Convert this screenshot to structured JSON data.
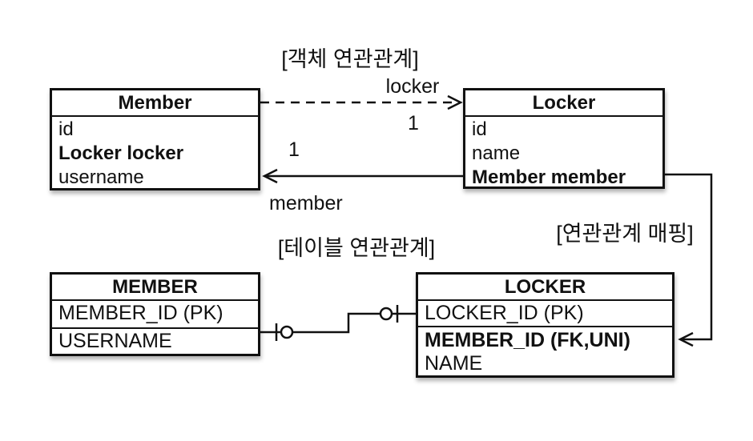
{
  "colors": {
    "background": "#ffffff",
    "line": "#111111",
    "text": "#111111"
  },
  "sections": {
    "object_label": "[객체 연관관계]",
    "table_label": "[테이블 연관관계]",
    "mapping_label": "[연관관계 매핑]"
  },
  "object_diagram": {
    "member": {
      "title": "Member",
      "fields": [
        "id",
        "Locker locker",
        "username"
      ]
    },
    "locker": {
      "title": "Locker",
      "fields": [
        "id",
        "name",
        "Member member"
      ]
    },
    "locker_role": "locker",
    "member_role": "member",
    "locker_multiplicity": "1",
    "member_multiplicity": "1"
  },
  "table_diagram": {
    "member": {
      "title": "MEMBER",
      "rows": [
        "MEMBER_ID (PK)",
        "USERNAME"
      ]
    },
    "locker": {
      "title": "LOCKER",
      "rows": [
        "LOCKER_ID (PK)",
        "MEMBER_ID (FK,UNI)",
        "NAME"
      ]
    }
  }
}
